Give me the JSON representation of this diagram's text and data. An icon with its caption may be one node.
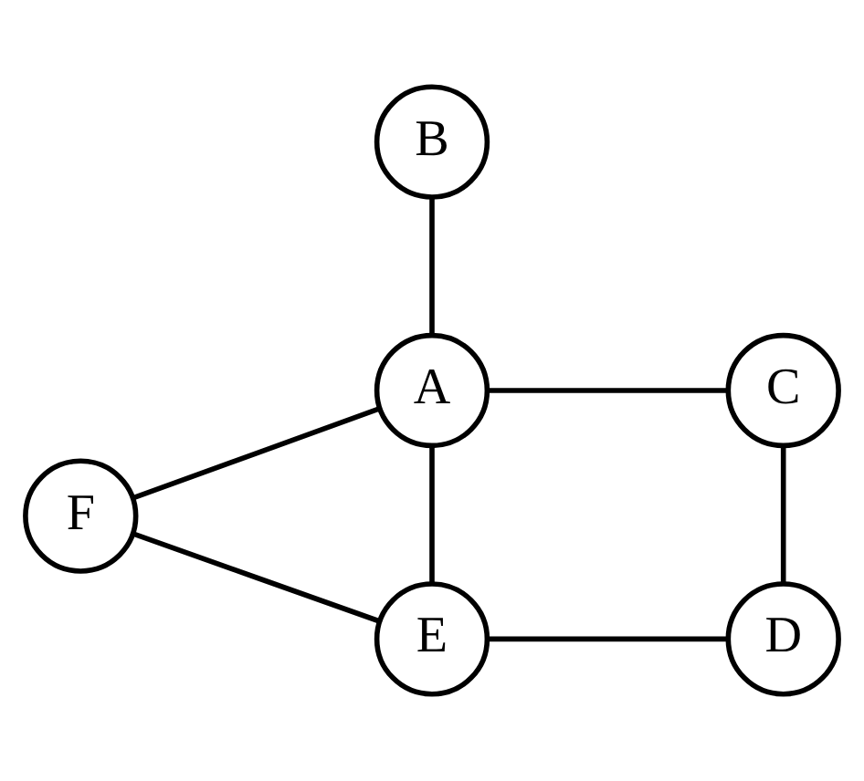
{
  "diagram": {
    "nodes": [
      {
        "text": [
          "B"
        ]
      },
      {
        "text": [
          "A"
        ]
      },
      {
        "text": [
          "C"
        ]
      },
      {
        "text": [
          "F"
        ]
      },
      {
        "text": [
          "E"
        ]
      },
      {
        "text": [
          "D"
        ]
      }
    ],
    "edges": [
      {
        "from": 0,
        "to": 1,
        "arrow": "none"
      },
      {
        "from": 1,
        "to": 2,
        "arrow": "none"
      },
      {
        "from": 3,
        "to": 1,
        "arrow": "none"
      },
      {
        "from": 1,
        "to": 4,
        "arrow": "none"
      },
      {
        "from": 2,
        "to": 5,
        "arrow": "none"
      },
      {
        "from": 3,
        "to": 4,
        "arrow": "none"
      },
      {
        "from": 4,
        "to": 5,
        "arrow": "none"
      }
    ]
  }
}
